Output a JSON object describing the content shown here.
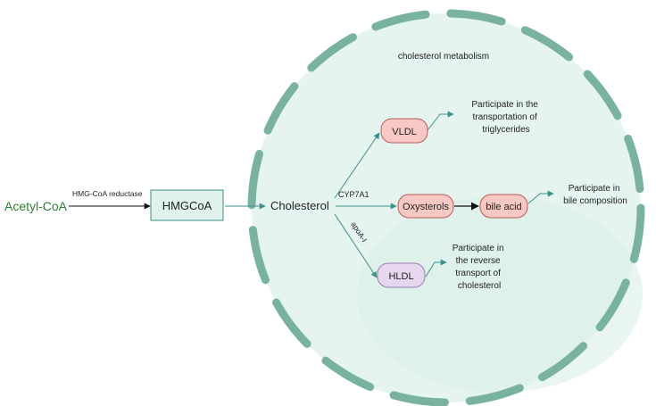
{
  "diagram": {
    "title": "cholesterol metabolism",
    "colors": {
      "cell_fill": "#e6f4f0",
      "cell_membrane": "#79b39f",
      "teal_arrow": "#3d8f8a",
      "acetyl_text": "#2e7d32",
      "hmgcoa_fill": "#dff2ec",
      "vldl_fill": "#f8c9c4",
      "red_node_stroke": "#b85d55",
      "hldl_fill": "#e7d6f0",
      "hldl_stroke": "#9a7fae"
    },
    "nodes": {
      "acetyl_coa": "Acetyl-CoA",
      "hmgcoa": "HMGCoA",
      "cholesterol": "Cholesterol",
      "vldl": "VLDL",
      "oxysterols": "Oxysterols",
      "bile_acid": "bile acid",
      "hldl": "HLDL"
    },
    "edge_labels": {
      "hmg_coa_reductase": "HMG-CoA reductase",
      "cyp7a1": "CYP7A1",
      "apoa1": "apoA-I"
    },
    "notes": {
      "vldl": [
        "Participate in the",
        "transportation of",
        "triglycerides"
      ],
      "bile": [
        "Participate in",
        "bile composition"
      ],
      "hldl": [
        "Participate in",
        "the reverse",
        "transport of",
        "cholesterol"
      ]
    }
  }
}
